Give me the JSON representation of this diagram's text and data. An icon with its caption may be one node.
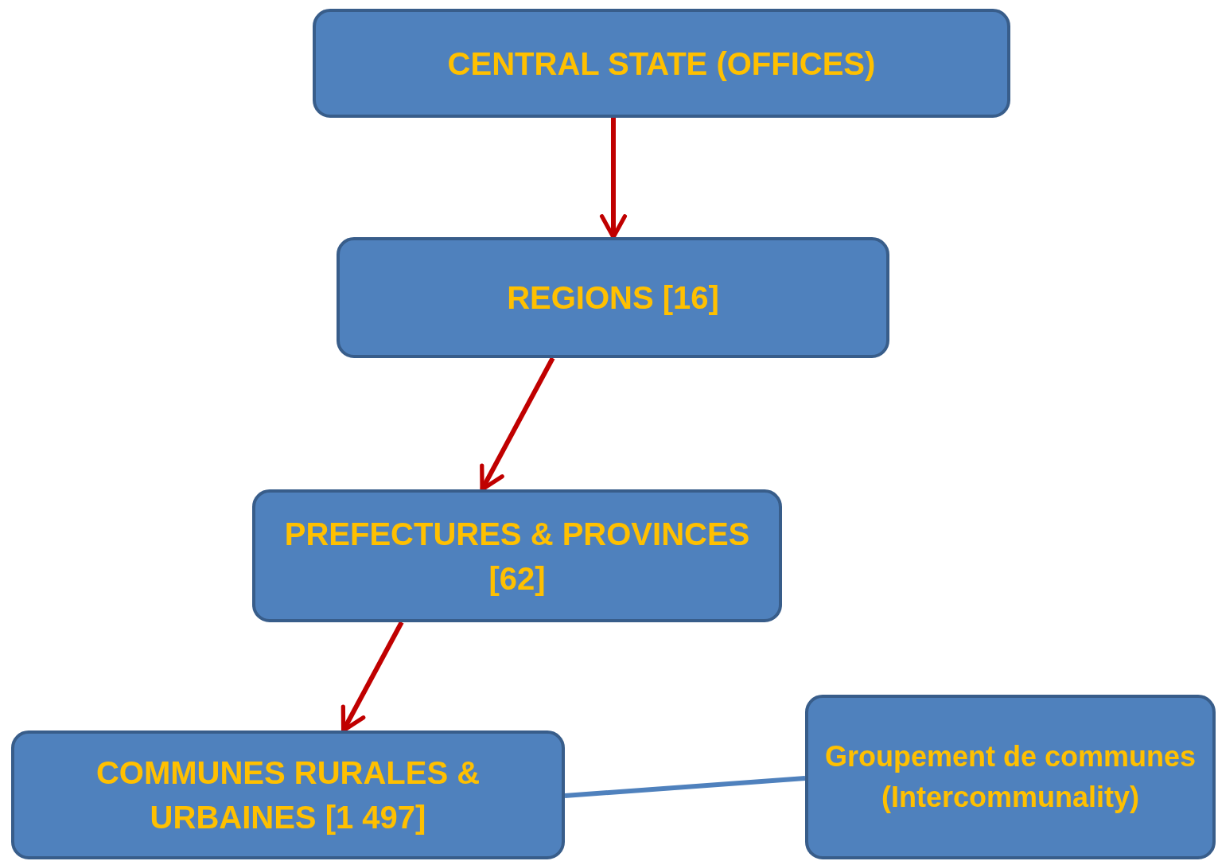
{
  "diagram": {
    "nodes": [
      {
        "text": [
          "CENTRAL STATE (OFFICES)"
        ]
      },
      {
        "text": [
          "REGIONS [16]"
        ]
      },
      {
        "text": [
          "PREFECTURES & PROVINCES [62]"
        ]
      },
      {
        "text": [
          "COMMUNES RURALES & URBAINES [1 497]"
        ]
      },
      {
        "text": [
          "Groupement de communes (Intercommunality)"
        ]
      }
    ],
    "edges": [
      {
        "from": 0,
        "to": 1,
        "arrow": "to"
      },
      {
        "from": 1,
        "to": 2,
        "arrow": "to"
      },
      {
        "from": 2,
        "to": 3,
        "arrow": "to"
      },
      {
        "from": 3,
        "to": 4,
        "arrow": "none",
        "color": "#4f81bd"
      }
    ]
  }
}
